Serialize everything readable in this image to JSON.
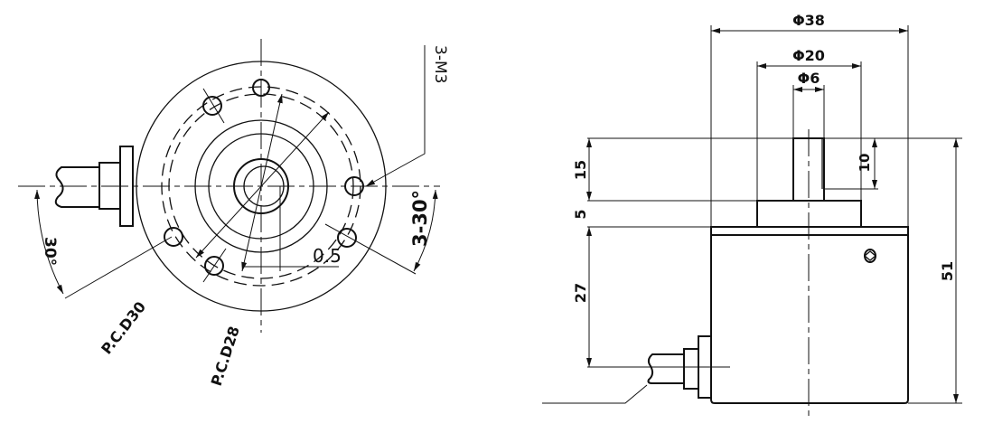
{
  "front_view": {
    "thread_note": "3-M3",
    "angle_left": "30°",
    "angle_right": "3-30°",
    "pcd_outer": "P.C.D30",
    "pcd_inner": "P.C.D28",
    "tolerance": "0.5"
  },
  "side_view": {
    "dia_body": "Φ38",
    "dia_flange": "Φ20",
    "dia_shaft": "Φ6",
    "len_shaft": "15",
    "len_flange": "5",
    "cable_height": "27",
    "flat_length": "10",
    "total_length": "51"
  },
  "colors": {
    "line": "#111111",
    "background": "#ffffff"
  }
}
